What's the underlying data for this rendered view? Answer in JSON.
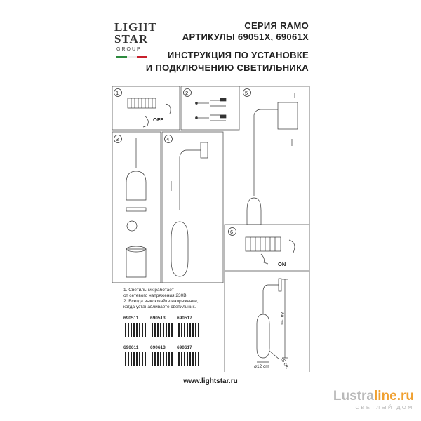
{
  "brand": {
    "logo_line1": "LIGHT",
    "logo_line2": "STAR",
    "logo_line3": "GROUP",
    "flag_colors": [
      "#2d8a3e",
      "#ffffff",
      "#c8202c"
    ]
  },
  "header": {
    "series": "СЕРИЯ RAMO",
    "articles": "АРТИКУЛЫ 69051X, 69061X",
    "instruction_line1": "ИНСТРУКЦИЯ ПО УСТАНОВКЕ",
    "instruction_line2": "И ПОДКЛЮЧЕНИЮ СВЕТИЛЬНИКА"
  },
  "steps": {
    "s1": "1",
    "s2": "2",
    "s3": "3",
    "s4": "4",
    "s5": "5",
    "s6": "6",
    "off_label": "OFF",
    "on_label": "ON"
  },
  "dimensions": {
    "height": "80 cm",
    "depth": "18 cm",
    "diameter": "ø12 cm"
  },
  "notes": {
    "line1": "1. Светильник работает",
    "line2": "от сетевого напряжения 230В.",
    "line3": "2. Всегда выключайте напряжение,",
    "line4": "когда устанавливаете светильник."
  },
  "qr_codes": [
    {
      "label": "690511"
    },
    {
      "label": "690513"
    },
    {
      "label": "690517"
    },
    {
      "label": "690611"
    },
    {
      "label": "690613"
    },
    {
      "label": "690617"
    }
  ],
  "footer": {
    "url": "www.lightstar.ru"
  },
  "watermark": {
    "main_part1": "Lustra",
    "main_part2": "line.ru",
    "sub": "СВЕТЛЫЙ ДОМ",
    "accent_color": "#f0a030"
  }
}
